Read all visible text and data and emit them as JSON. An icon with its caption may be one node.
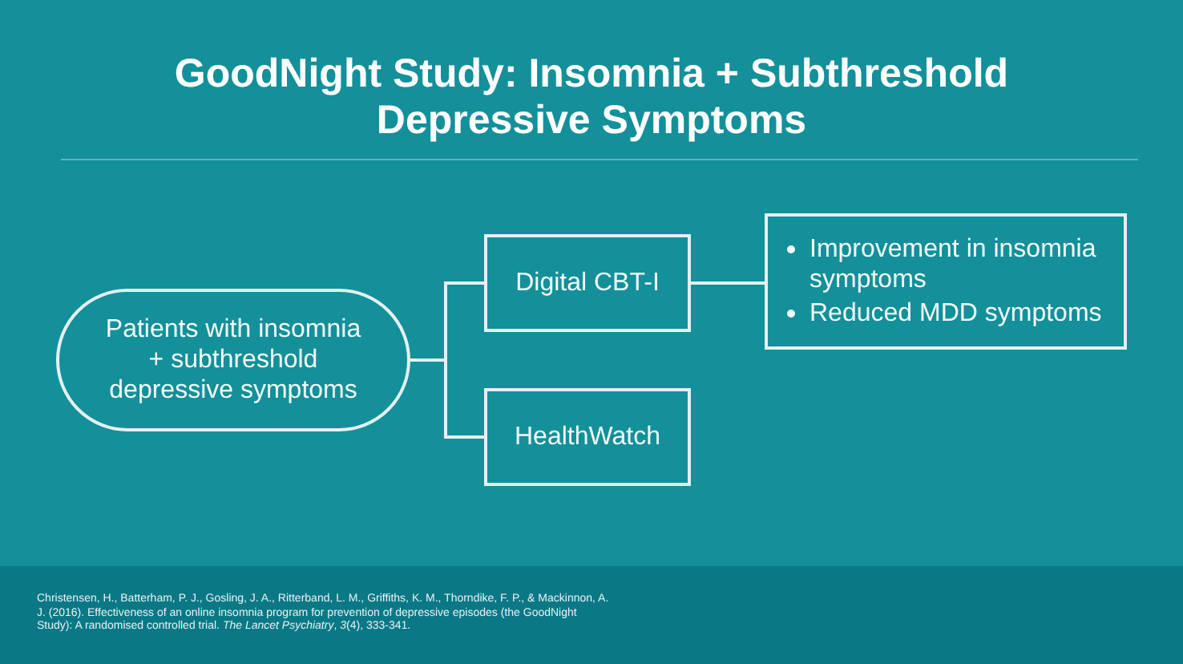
{
  "diagram": {
    "title": "GoodNight Study: Insomnia + Subthreshold Depressive Symptoms",
    "nodes": [
      {
        "text": [
          "Patients with insomnia + subthreshold depressive symptoms"
        ]
      },
      {
        "text": [
          "Digital CBT-I"
        ]
      },
      {
        "text": [
          "HealthWatch"
        ]
      },
      {
        "text": [
          "Improvement in insomnia symptoms",
          "Reduced MDD symptoms"
        ]
      }
    ],
    "edges": [
      {
        "from": 0,
        "to": 1,
        "arrow": "none"
      },
      {
        "from": 0,
        "to": 2,
        "arrow": "none"
      },
      {
        "from": 1,
        "to": 3,
        "arrow": "none"
      }
    ],
    "labels": [
      "Christensen, H., Batterham, P. J., Gosling, J. A., Ritterband, L. M., Griffiths, K. M., Thorndike, F. P., & Mackinnon, A. J. (2016). Effectiveness of an online insomnia program for prevention of depressive episodes (the GoodNight Study): A randomised controlled trial. *The Lancet Psychiatry*, *3*(4), 333-341."
    ]
  }
}
